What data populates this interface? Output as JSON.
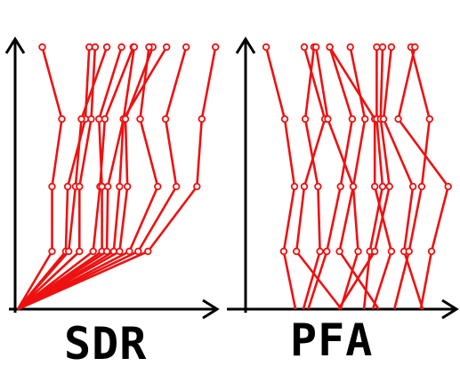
{
  "labels": {
    "left": "SDR",
    "right": "PFA"
  },
  "colors": {
    "line": "#ee1111",
    "axis": "#000000",
    "node_fill": "#ffffff"
  },
  "levels": 5,
  "panels": [
    {
      "name": "sdr",
      "paths": [
        [
          0.0,
          0.35,
          0.35,
          0.45,
          0.25
        ],
        [
          0.0,
          0.49,
          0.51,
          0.69,
          0.73
        ],
        [
          0.0,
          0.52,
          0.59,
          0.65,
          0.91
        ],
        [
          0.0,
          0.63,
          0.63,
          0.75,
          0.79
        ],
        [
          0.0,
          0.77,
          0.84,
          0.89,
          1.18
        ],
        [
          0.0,
          0.86,
          0.86,
          0.83,
          1.06
        ],
        [
          0.0,
          0.91,
          0.92,
          1.08,
          1.52
        ],
        [
          0.0,
          0.98,
          1.04,
          1.08,
          1.19
        ],
        [
          0.0,
          1.04,
          1.12,
          1.1,
          1.38
        ],
        [
          0.0,
          1.14,
          1.43,
          1.25,
          1.34
        ],
        [
          0.0,
          1.23,
          1.62,
          1.51,
          1.72
        ],
        [
          0.0,
          1.33,
          1.83,
          1.88,
          2.02
        ]
      ]
    },
    {
      "name": "pfa",
      "paths": [
        [
          0.51,
          0.39,
          0.5,
          0.4,
          0.21
        ],
        [
          0.98,
          0.52,
          0.6,
          0.81,
          0.6
        ],
        [
          0.59,
          0.76,
          0.74,
          0.61,
          0.7
        ],
        [
          1.36,
          0.96,
          1.1,
          0.84,
          0.72
        ],
        [
          0.64,
          0.83,
          0.97,
          1.09,
          0.86
        ],
        [
          0.97,
          1.15,
          1.1,
          1.22,
          1.07
        ],
        [
          1.3,
          1.49,
          1.32,
          1.32,
          0.86
        ],
        [
          1.21,
          1.27,
          1.4,
          1.34,
          1.34
        ],
        [
          0.95,
          1.32,
          1.47,
          1.38,
          1.4
        ],
        [
          1.81,
          1.62,
          1.71,
          1.41,
          1.49
        ],
        [
          1.52,
          1.67,
          1.8,
          1.88,
          1.69
        ],
        [
          1.79,
          1.9,
          2.07,
          1.56,
          1.73
        ]
      ]
    }
  ]
}
